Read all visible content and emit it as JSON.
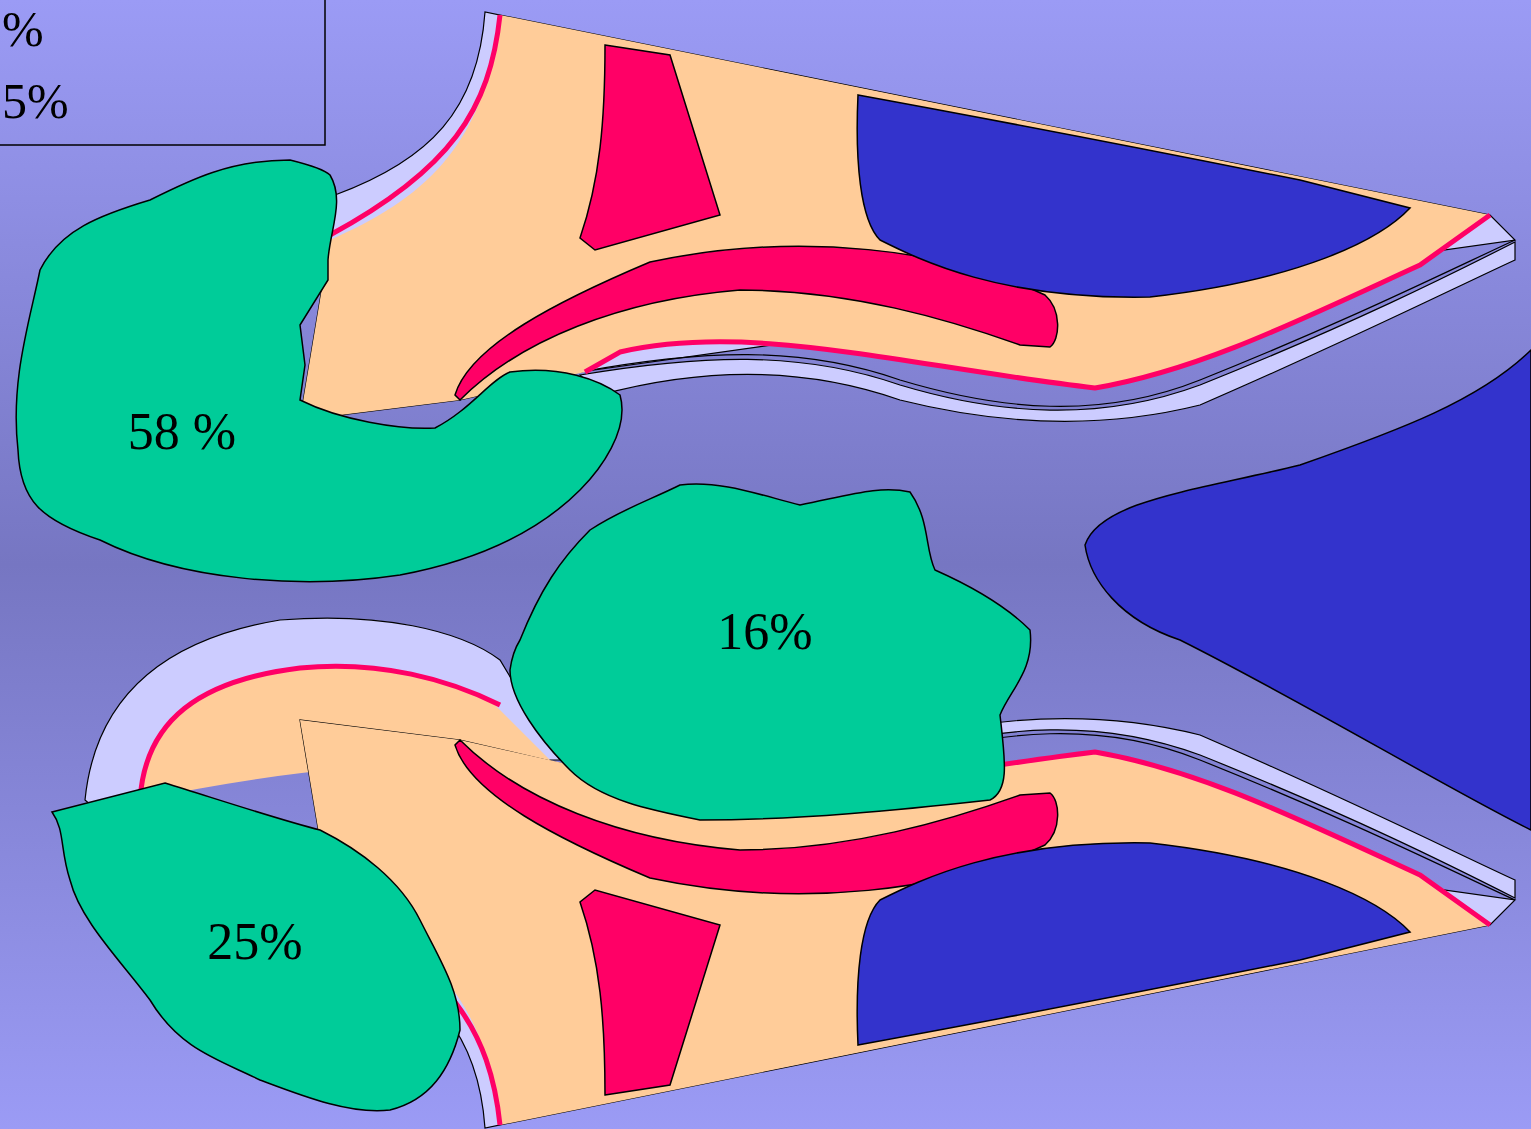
{
  "diagram": {
    "nodes": [
      {
        "text": [
          "58 %"
        ]
      },
      {
        "text": [
          "16%"
        ]
      },
      {
        "text": [
          "25%"
        ]
      }
    ],
    "labels": [
      "%",
      "5%"
    ]
  }
}
